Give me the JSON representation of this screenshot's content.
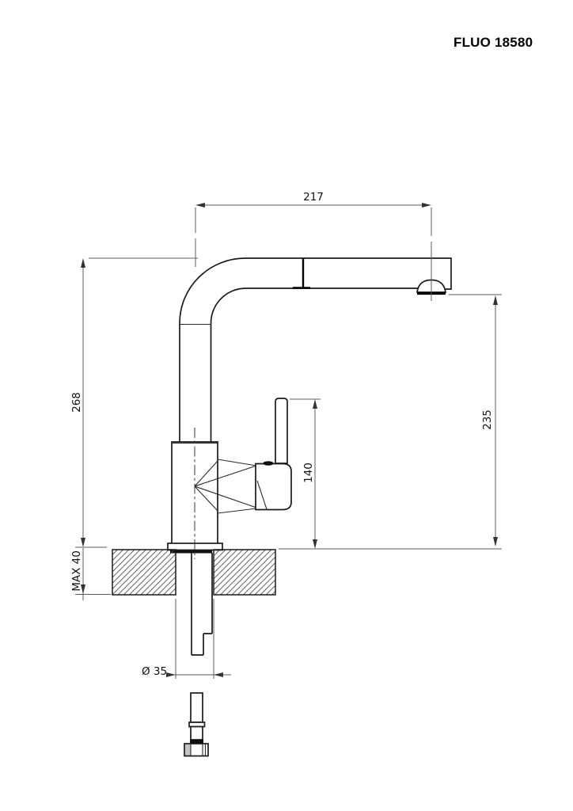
{
  "title": "FLUO 18580",
  "drawing": {
    "type": "faucet installation technical drawing",
    "labels": {
      "spout_reach": "217",
      "overall_height": "268",
      "outlet_height": "235",
      "handle_top_height": "140",
      "max_deck_thickness": "MAX 40",
      "mounting_hole_diameter": "Ø 35"
    }
  }
}
